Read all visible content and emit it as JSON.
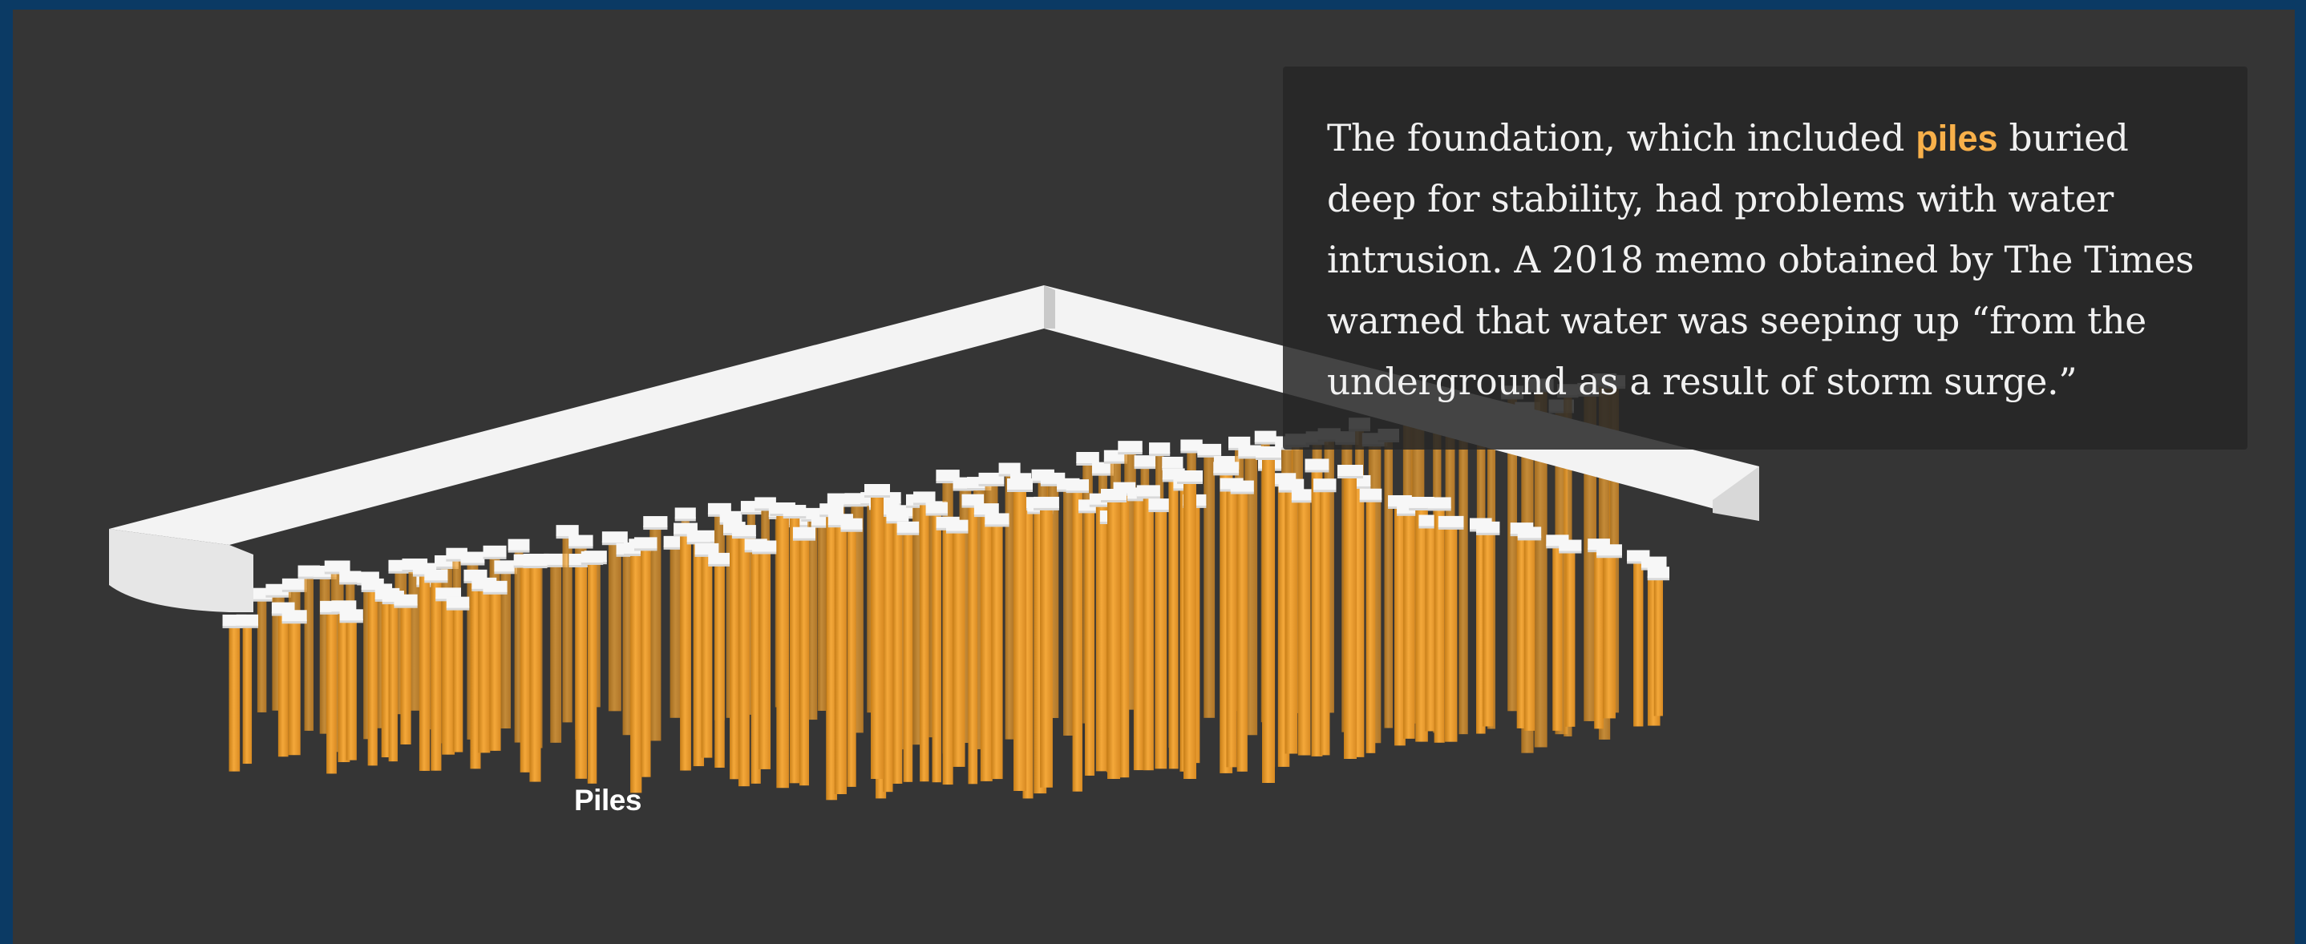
{
  "caption": {
    "text_before": "The foundation, which included ",
    "highlight": "piles",
    "text_after": " buried deep for stability, had problems with water intrusion. A 2018 memo obtained by The Times warned that water was seeping up “from the underground as a result of storm surge.”"
  },
  "labels": {
    "piles": "Piles"
  },
  "colors": {
    "page_border": "#0b3a64",
    "background": "#353535",
    "slab": "#f2f2f2",
    "pile": "#f0a332",
    "highlight": "#f8b04a"
  }
}
